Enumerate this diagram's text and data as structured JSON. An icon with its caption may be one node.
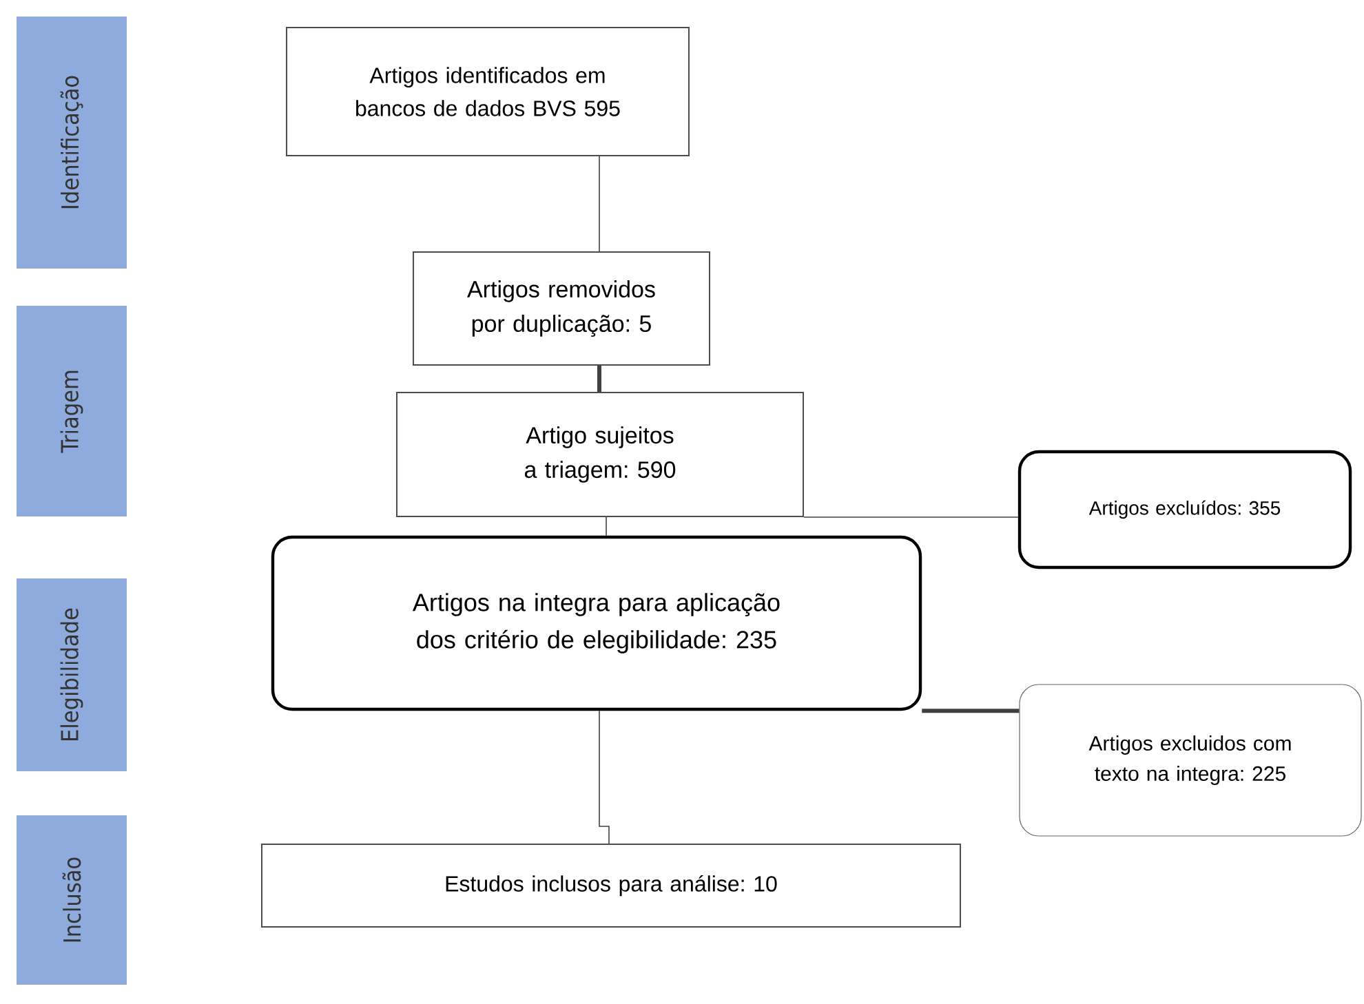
{
  "diagram": {
    "nodes": [
      {
        "text": [
          "Identificação"
        ]
      },
      {
        "text": [
          "Triagem"
        ]
      },
      {
        "text": [
          "Elegibilidade"
        ]
      },
      {
        "text": [
          "Inclusão"
        ]
      },
      {
        "text": [
          "Artigos identificados em bancos de dados BVS 595"
        ]
      },
      {
        "text": [
          "Artigos removidos por duplicação: 5"
        ]
      },
      {
        "text": [
          "Artigo sujeitos a triagem: 590"
        ]
      },
      {
        "text": [
          "Artigos excluídos: 355"
        ]
      },
      {
        "text": [
          "Artigos na integra para aplicação dos critério de elegibilidade: 235"
        ]
      },
      {
        "text": [
          "Artigos excluidos com texto na integra: 225"
        ]
      },
      {
        "text": [
          "Estudos inclusos para análise: 10"
        ]
      }
    ],
    "edges": [
      {
        "from": 4,
        "to": 5,
        "arrow": "none"
      },
      {
        "from": 5,
        "to": 6,
        "arrow": "none",
        "style": "thick"
      },
      {
        "from": 6,
        "to": 8,
        "arrow": "none"
      },
      {
        "from": 6,
        "to": 7,
        "arrow": "none"
      },
      {
        "from": 8,
        "to": 10,
        "arrow": "none"
      },
      {
        "from": 8,
        "to": 9,
        "arrow": "none",
        "style": "thick"
      }
    ]
  }
}
